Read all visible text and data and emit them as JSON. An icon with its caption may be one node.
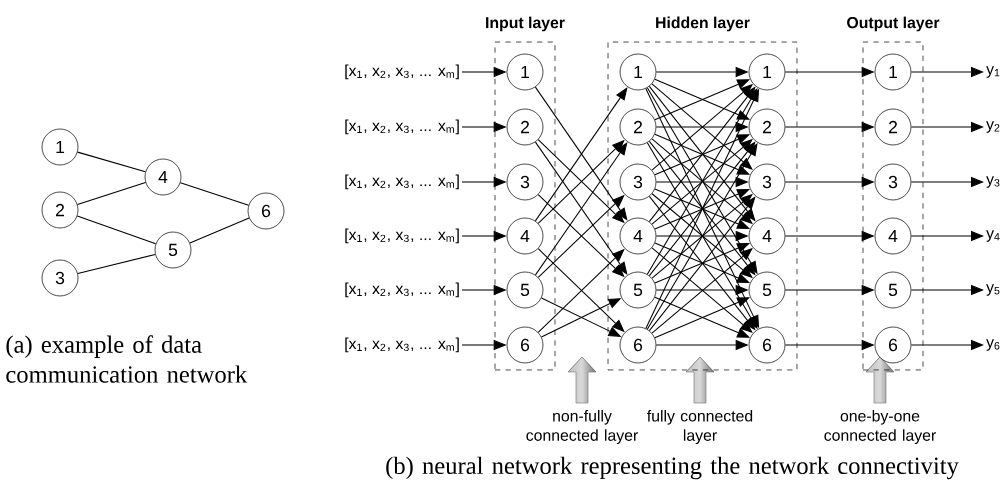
{
  "diagram": {
    "nodes": [
      {
        "text": [
          "1"
        ]
      },
      {
        "text": [
          "2"
        ]
      },
      {
        "text": [
          "3"
        ]
      },
      {
        "text": [
          "4"
        ]
      },
      {
        "text": [
          "5"
        ]
      },
      {
        "text": [
          "6"
        ]
      },
      {
        "text": [
          "Input layer"
        ]
      },
      {
        "text": [
          "Hidden layer"
        ]
      },
      {
        "text": [
          "Output layer"
        ]
      },
      {
        "text": [
          "[x$_{1}$, x$_{2}$, x$_{3}$, ... x$_{m}$]"
        ]
      },
      {
        "text": [
          "[x$_{1}$, x$_{2}$, x$_{3}$, ... x$_{m}$]"
        ]
      },
      {
        "text": [
          "[x$_{1}$, x$_{2}$, x$_{3}$, ... x$_{m}$]"
        ]
      },
      {
        "text": [
          "[x$_{1}$, x$_{2}$, x$_{3}$, ... x$_{m}$]"
        ]
      },
      {
        "text": [
          "[x$_{1}$, x$_{2}$, x$_{3}$, ... x$_{m}$]"
        ]
      },
      {
        "text": [
          "[x$_{1}$, x$_{2}$, x$_{3}$, ... x$_{m}$]"
        ]
      },
      {
        "text": [
          "1"
        ],
        "in": 6
      },
      {
        "text": [
          "2"
        ],
        "in": 6
      },
      {
        "text": [
          "3"
        ],
        "in": 6
      },
      {
        "text": [
          "4"
        ],
        "in": 6
      },
      {
        "text": [
          "5"
        ],
        "in": 6
      },
      {
        "text": [
          "6"
        ],
        "in": 6
      },
      {
        "text": [
          "1"
        ],
        "in": 7
      },
      {
        "text": [
          "2"
        ],
        "in": 7
      },
      {
        "text": [
          "3"
        ],
        "in": 7
      },
      {
        "text": [
          "4"
        ],
        "in": 7
      },
      {
        "text": [
          "5"
        ],
        "in": 7
      },
      {
        "text": [
          "6"
        ],
        "in": 7
      },
      {
        "text": [
          "1"
        ],
        "in": 7
      },
      {
        "text": [
          "2"
        ],
        "in": 7
      },
      {
        "text": [
          "3"
        ],
        "in": 7
      },
      {
        "text": [
          "4"
        ],
        "in": 7
      },
      {
        "text": [
          "5"
        ],
        "in": 7
      },
      {
        "text": [
          "6"
        ],
        "in": 7
      },
      {
        "text": [
          "1"
        ],
        "in": 8
      },
      {
        "text": [
          "2"
        ],
        "in": 8
      },
      {
        "text": [
          "3"
        ],
        "in": 8
      },
      {
        "text": [
          "4"
        ],
        "in": 8
      },
      {
        "text": [
          "5"
        ],
        "in": 8
      },
      {
        "text": [
          "6"
        ],
        "in": 8
      },
      {
        "text": [
          "y$_{1}$"
        ]
      },
      {
        "text": [
          "y$_{2}$"
        ]
      },
      {
        "text": [
          "y$_{3}$"
        ]
      },
      {
        "text": [
          "y$_{4}$"
        ]
      },
      {
        "text": [
          "y$_{5}$"
        ]
      },
      {
        "text": [
          "y$_{6}$"
        ]
      }
    ],
    "edges": [
      {
        "from": 0,
        "to": 3,
        "arrow": "none"
      },
      {
        "from": 1,
        "to": 3,
        "arrow": "none"
      },
      {
        "from": 1,
        "to": 4,
        "arrow": "none"
      },
      {
        "from": 2,
        "to": 4,
        "arrow": "none"
      },
      {
        "from": 3,
        "to": 5,
        "arrow": "none"
      },
      {
        "from": 4,
        "to": 5,
        "arrow": "none"
      },
      {
        "from": 9,
        "to": 15,
        "arrow": "to"
      },
      {
        "from": 10,
        "to": 16,
        "arrow": "to"
      },
      {
        "from": 11,
        "to": 17,
        "arrow": "to"
      },
      {
        "from": 12,
        "to": 18,
        "arrow": "to"
      },
      {
        "from": 13,
        "to": 19,
        "arrow": "to"
      },
      {
        "from": 14,
        "to": 20,
        "arrow": "to"
      },
      {
        "from": 15,
        "to": 24,
        "arrow": "to"
      },
      {
        "from": 16,
        "to": 24,
        "arrow": "to"
      },
      {
        "from": 16,
        "to": 25,
        "arrow": "to"
      },
      {
        "from": 17,
        "to": 25,
        "arrow": "to"
      },
      {
        "from": 18,
        "to": 21,
        "arrow": "to"
      },
      {
        "from": 18,
        "to": 22,
        "arrow": "to"
      },
      {
        "from": 18,
        "to": 26,
        "arrow": "to"
      },
      {
        "from": 19,
        "to": 22,
        "arrow": "to"
      },
      {
        "from": 19,
        "to": 23,
        "arrow": "to"
      },
      {
        "from": 19,
        "to": 26,
        "arrow": "to"
      },
      {
        "from": 20,
        "to": 24,
        "arrow": "to"
      },
      {
        "from": 20,
        "to": 25,
        "arrow": "to"
      },
      {
        "from": 21,
        "to": 27,
        "arrow": "to"
      },
      {
        "from": 21,
        "to": 28,
        "arrow": "to"
      },
      {
        "from": 21,
        "to": 29,
        "arrow": "to"
      },
      {
        "from": 21,
        "to": 30,
        "arrow": "to"
      },
      {
        "from": 21,
        "to": 31,
        "arrow": "to"
      },
      {
        "from": 21,
        "to": 32,
        "arrow": "to"
      },
      {
        "from": 22,
        "to": 27,
        "arrow": "to"
      },
      {
        "from": 22,
        "to": 28,
        "arrow": "to"
      },
      {
        "from": 22,
        "to": 29,
        "arrow": "to"
      },
      {
        "from": 22,
        "to": 30,
        "arrow": "to"
      },
      {
        "from": 22,
        "to": 31,
        "arrow": "to"
      },
      {
        "from": 22,
        "to": 32,
        "arrow": "to"
      },
      {
        "from": 23,
        "to": 27,
        "arrow": "to"
      },
      {
        "from": 23,
        "to": 28,
        "arrow": "to"
      },
      {
        "from": 23,
        "to": 29,
        "arrow": "to"
      },
      {
        "from": 23,
        "to": 30,
        "arrow": "to"
      },
      {
        "from": 23,
        "to": 31,
        "arrow": "to"
      },
      {
        "from": 23,
        "to": 32,
        "arrow": "to"
      },
      {
        "from": 24,
        "to": 27,
        "arrow": "to"
      },
      {
        "from": 24,
        "to": 28,
        "arrow": "to"
      },
      {
        "from": 24,
        "to": 29,
        "arrow": "to"
      },
      {
        "from": 24,
        "to": 30,
        "arrow": "to"
      },
      {
        "from": 24,
        "to": 31,
        "arrow": "to"
      },
      {
        "from": 24,
        "to": 32,
        "arrow": "to"
      },
      {
        "from": 25,
        "to": 27,
        "arrow": "to"
      },
      {
        "from": 25,
        "to": 28,
        "arrow": "to"
      },
      {
        "from": 25,
        "to": 29,
        "arrow": "to"
      },
      {
        "from": 25,
        "to": 30,
        "arrow": "to"
      },
      {
        "from": 25,
        "to": 31,
        "arrow": "to"
      },
      {
        "from": 25,
        "to": 32,
        "arrow": "to"
      },
      {
        "from": 26,
        "to": 27,
        "arrow": "to"
      },
      {
        "from": 26,
        "to": 28,
        "arrow": "to"
      },
      {
        "from": 26,
        "to": 29,
        "arrow": "to"
      },
      {
        "from": 26,
        "to": 30,
        "arrow": "to"
      },
      {
        "from": 26,
        "to": 31,
        "arrow": "to"
      },
      {
        "from": 26,
        "to": 32,
        "arrow": "to"
      },
      {
        "from": 27,
        "to": 33,
        "arrow": "to"
      },
      {
        "from": 28,
        "to": 34,
        "arrow": "to"
      },
      {
        "from": 29,
        "to": 35,
        "arrow": "to"
      },
      {
        "from": 30,
        "to": 36,
        "arrow": "to"
      },
      {
        "from": 31,
        "to": 37,
        "arrow": "to"
      },
      {
        "from": 32,
        "to": 38,
        "arrow": "to"
      },
      {
        "from": 33,
        "to": 39,
        "arrow": "to"
      },
      {
        "from": 34,
        "to": 40,
        "arrow": "to"
      },
      {
        "from": 35,
        "to": 41,
        "arrow": "to"
      },
      {
        "from": 36,
        "to": 42,
        "arrow": "to"
      },
      {
        "from": 37,
        "to": 43,
        "arrow": "to"
      },
      {
        "from": 38,
        "to": 44,
        "arrow": "to"
      }
    ],
    "labels": [
      "(a) example of data communication network",
      "non-fully connected layer",
      "fully connected layer",
      "one-by-one connected layer",
      "(b) neural network representing the network connectivity"
    ]
  }
}
